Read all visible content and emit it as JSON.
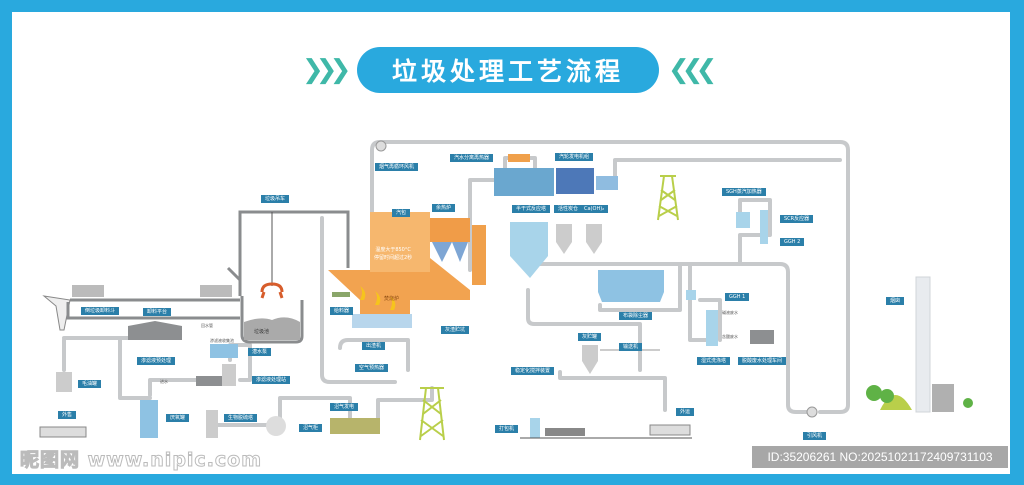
{
  "title": "垃圾处理工艺流程",
  "title_decor": {
    "left": "❯❯❯",
    "right": "❮❮❮"
  },
  "colors": {
    "background_frame": "#29a9de",
    "label_bg": "#2b7fa9",
    "pipe": "#c7c9cb",
    "furnace": "#f0a04b",
    "equipment": "#a8d4ea",
    "tower": "#b9cf4a"
  },
  "labels": {
    "flue_gas_recirculation_fan": "烟气再循环风机",
    "steam_water_separator": "汽水分离再热器",
    "turbine_generator": "汽轮发电机组",
    "grab_crane": "垃圾吊车",
    "steam_drum": "汽包",
    "superheater": "余热炉",
    "semi_dry_reactor": "半干式反应塔",
    "activated_carbon": "活性炭仓",
    "calcium_hydroxide": "Ca(OH)₂",
    "sgh_heater": "SGH蒸汽加热器",
    "scr_reactor": "SCR反应器",
    "ggh2": "GGH 2",
    "ggh1": "GGH 1",
    "bag_filter": "布袋除尘器",
    "wet_scrubber": "湿式洗涤塔",
    "wastewater_plant": "脱酸废水处理车间",
    "garbage_truck_unloading": "倒垃圾卸料斗",
    "unloading_platform": "卸料平台",
    "feeder": "给料器",
    "furnace": "焚烧炉",
    "furnace_note": "温度大于850°C\n停留时间超过2秒",
    "slag_pit": "灰渣贮坑",
    "slag_extractor": "出渣机",
    "air_preheater": "空气预热器",
    "ash_silo": "灰贮罐",
    "conveyor": "输送机",
    "stabilization_mixer": "稳定化搅拌装置",
    "packer": "打包机",
    "export": "外运",
    "induced_draft_fan": "引风机",
    "chimney": "烟囱",
    "garbage_pit": "垃圾池",
    "leachate_pretreatment": "渗滤液预处理",
    "diesel_tank": "毛油罐",
    "outbound": "外售",
    "anaerobic_tank": "厌氧罐",
    "biogas_treatment": "生物脱硫塔",
    "biogas_generator": "沼气发电",
    "gas_holder": "沼气柜",
    "leachate_tank": "渗滤液收集池",
    "leachate_pump": "潜水泵",
    "leachate_station": "渗滤液处理站",
    "small_inlet": "进水",
    "small_water": "回水管",
    "small_acid_water": "碱液废水",
    "small_waste_water": "含酸废水",
    "small_sludge": "污泥"
  },
  "watermark": {
    "left": "昵图网 www.nipic.com",
    "right": "ID:35206261 NO:20251021172409731103"
  }
}
